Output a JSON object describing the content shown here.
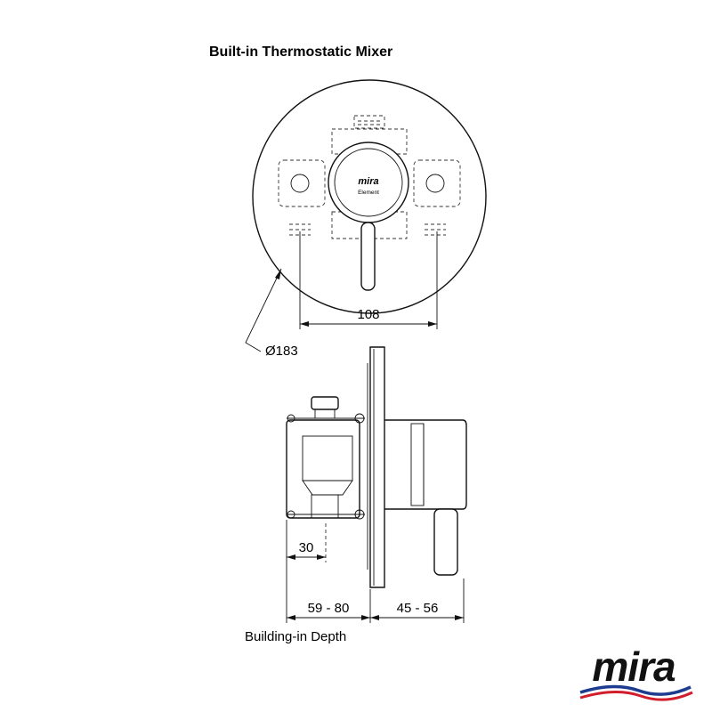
{
  "title": "Built-in Thermostatic Mixer",
  "front_view": {
    "diameter_label": "Ø183",
    "centres_label": "108",
    "knob_brand": "mira",
    "knob_model": "Element"
  },
  "side_view": {
    "depth_a_label": "30",
    "depth_b_label": "59 - 80",
    "depth_c_label": "45 - 56",
    "caption": "Building-in Depth"
  },
  "logo": {
    "text": "mira",
    "wave_colors": [
      "#1d3c8f",
      "#d21e2b"
    ]
  }
}
